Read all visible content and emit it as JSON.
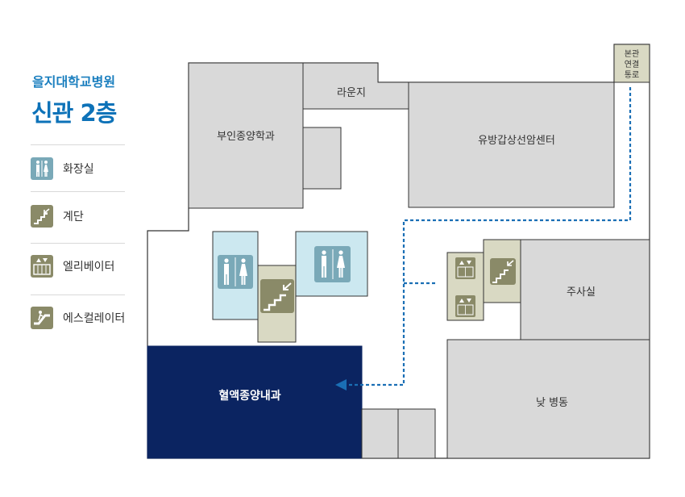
{
  "header": {
    "hospital_name": "을지대학교병원",
    "floor_title": "신관 2층"
  },
  "legend": [
    {
      "label": "화장실",
      "icon": "restroom-icon"
    },
    {
      "label": "계단",
      "icon": "stairs-icon"
    },
    {
      "label": "엘리베이터",
      "icon": "elevator-icon"
    },
    {
      "label": "에스컬레이터",
      "icon": "escalator-icon"
    }
  ],
  "rooms": {
    "lounge": "라운지",
    "obgyn": "부인종양학과",
    "cancer_center": "유방갑상선암센터",
    "injection_room": "주사실",
    "day_ward": "낮 병동",
    "hemato_oncology": "혈액종양내과",
    "connector_line1": "본관",
    "connector_line2": "연결",
    "connector_line3": "통로"
  },
  "colors": {
    "accent": "#0d72b8",
    "room_fill": "#d9d9d9",
    "room_stroke": "#333333",
    "restroom_fill": "#cce8f0",
    "stair_fill": "#d9d9c3",
    "highlight_fill": "#0b2461",
    "route_line": "#1a6fb5"
  }
}
